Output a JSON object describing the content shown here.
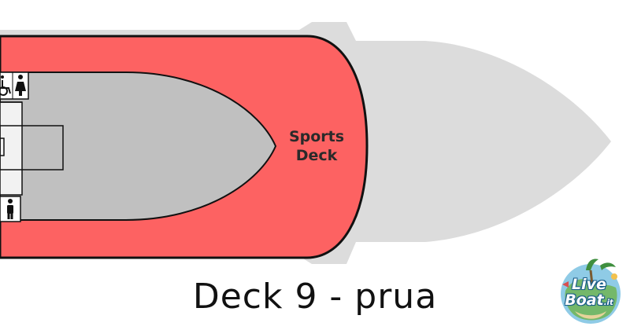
{
  "deck": {
    "caption": "Deck 9 - prua",
    "area_label_line1": "Sports",
    "area_label_line2": "Deck"
  },
  "icons": {
    "accessible_restroom": "wheelchair-icon",
    "women_restroom": "woman-icon",
    "men_restroom": "man-icon"
  },
  "logo": {
    "line1": "Live",
    "line2": "Boat",
    "suffix": ".it"
  },
  "colors": {
    "deck_fill": "#fd6262",
    "hull": "#dcdcdc",
    "inner": "#c0c0c0",
    "outline": "#111111"
  }
}
